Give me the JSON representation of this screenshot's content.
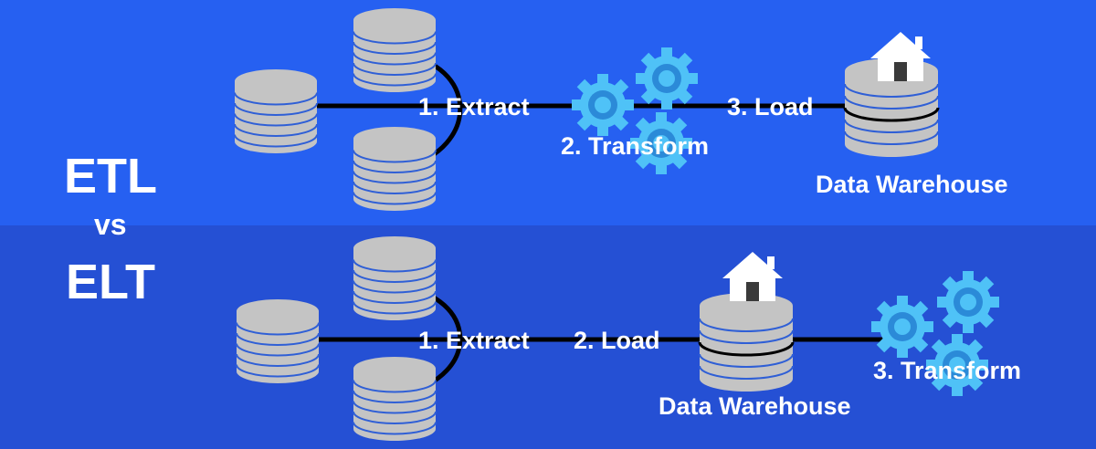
{
  "colors": {
    "top_band": "#2660f1",
    "bottom_band": "#2550d4",
    "database": "#c4c4c4",
    "database_stripe": "#2f5fd6",
    "gear": "#4fc2f7",
    "line": "#000000",
    "text": "#ffffff"
  },
  "heading": {
    "top": "ETL",
    "middle": "vs",
    "bottom": "ELT"
  },
  "etl": {
    "extract": "1. Extract",
    "transform": "2. Transform",
    "load": "3. Load",
    "warehouse": "Data Warehouse"
  },
  "elt": {
    "extract": "1. Extract",
    "load": "2. Load",
    "transform": "3. Transform",
    "warehouse": "Data Warehouse"
  },
  "icons": [
    "database-icon",
    "gear-icon",
    "house-icon"
  ]
}
